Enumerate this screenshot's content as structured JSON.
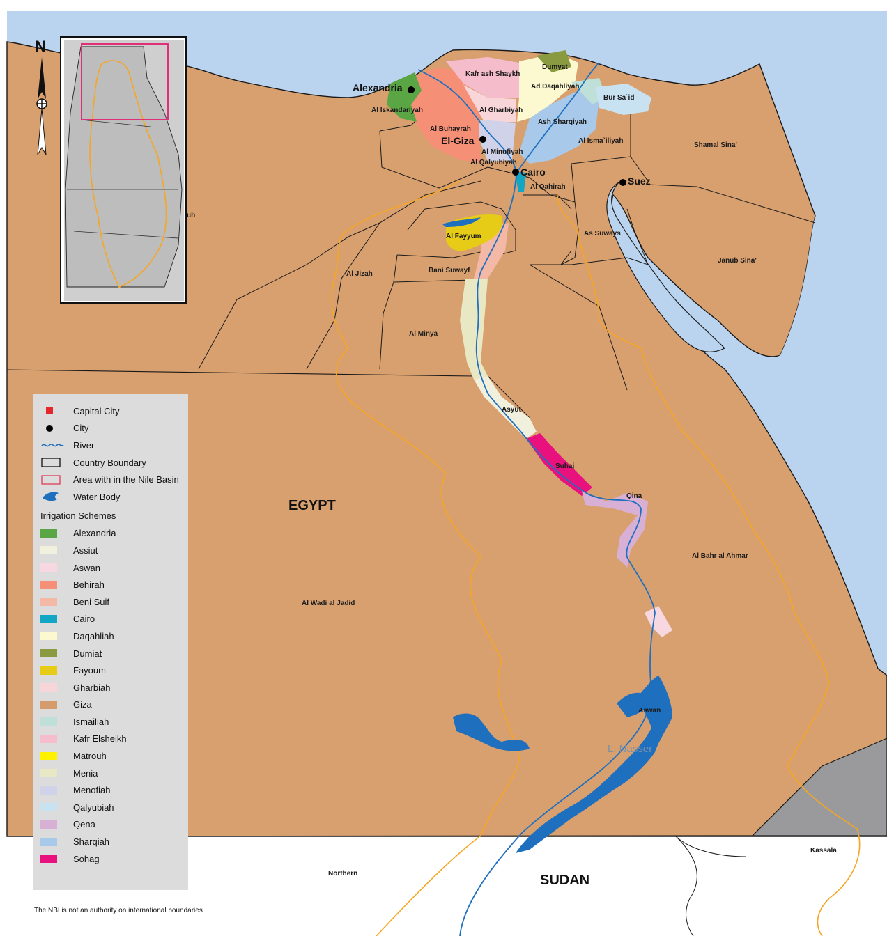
{
  "countries": [
    "EGYPT",
    "SUDAN"
  ],
  "cities": [
    "Alexandria",
    "El-Giza",
    "Cairo",
    "Suez"
  ],
  "governorates": [
    "Kafr ash Shaykh",
    "Dumyat",
    "Ad Daqahliyah",
    "Al Gharbiyah",
    "Al Iskandariyah",
    "Al Buhayrah",
    "Al Minufiyah",
    "Al Qalyubiyah",
    "Ash Sharqiyah",
    "Bur Sa`id",
    "Al Isma`iliyah",
    "Al Qahirah",
    "Shamal Sina'",
    "Janub Sina'",
    "As Suways",
    "Al Fayyum",
    "Bani Suwayf",
    "Al Jizah",
    "Al Minya",
    "Asyut",
    "Suhaj",
    "Qina",
    "Al Bahr al Ahmar",
    "Al Wadi al Jadid",
    "Aswan"
  ],
  "other_places": {
    "sudan_regions": [
      "Northern",
      "Kassala"
    ],
    "lake": "L. Nasser",
    "inset_fragment": "uh"
  },
  "north_arrow": "N",
  "legend": {
    "symbols": [
      {
        "label": "Capital City",
        "kind": "square",
        "color": "#e6262b"
      },
      {
        "label": "City",
        "kind": "dot",
        "color": "#000000"
      },
      {
        "label": "River",
        "kind": "river",
        "color": "#1f6fbf"
      },
      {
        "label": "Country Boundary",
        "kind": "box",
        "color": "#000000"
      },
      {
        "label": "Area with in the Nile Basin",
        "kind": "box",
        "color": "#e03050"
      },
      {
        "label": "Water Body",
        "kind": "water",
        "color": "#1f6fbf"
      }
    ],
    "schemes_title": "Irrigation Schemes",
    "schemes": [
      {
        "label": "Alexandria",
        "color": "#5aa544"
      },
      {
        "label": "Assiut",
        "color": "#f0f0dc"
      },
      {
        "label": "Aswan",
        "color": "#f8d8e0"
      },
      {
        "label": "Behirah",
        "color": "#f59077"
      },
      {
        "label": "Beni Suif",
        "color": "#f4b8a6"
      },
      {
        "label": "Cairo",
        "color": "#13a5c4"
      },
      {
        "label": "Daqahliah",
        "color": "#fcf9d0"
      },
      {
        "label": "Dumiat",
        "color": "#8a9a40"
      },
      {
        "label": "Fayoum",
        "color": "#e6cc17"
      },
      {
        "label": "Gharbiah",
        "color": "#f7d5d8"
      },
      {
        "label": "Giza",
        "color": "#d69b6b"
      },
      {
        "label": "Ismailiah",
        "color": "#bfe0d8"
      },
      {
        "label": "Kafr Elsheikh",
        "color": "#f5bccb"
      },
      {
        "label": "Matrouh",
        "color": "#fff200"
      },
      {
        "label": "Menia",
        "color": "#e9e8c4"
      },
      {
        "label": "Menofiah",
        "color": "#cfd2e8"
      },
      {
        "label": "Qalyubiah",
        "color": "#c8e2f2"
      },
      {
        "label": "Qena",
        "color": "#d9b0d5"
      },
      {
        "label": "Sharqiah",
        "color": "#a8c9ea"
      },
      {
        "label": "Sohag",
        "color": "#e8117d"
      }
    ]
  },
  "disclaimer": "The NBI is not an authority on international boundaries",
  "colors": {
    "land": "#d9a06f",
    "sea": "#bad3ee",
    "water": "#1f6fbf",
    "basin": "#f5a623",
    "other_country": "#9a9a9c"
  }
}
